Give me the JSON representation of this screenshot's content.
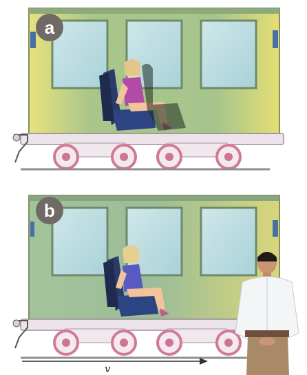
{
  "panels": [
    {
      "label": "a"
    },
    {
      "label": "b"
    }
  ],
  "velocity_label": "v",
  "colors": {
    "car_body": "#9fc08a",
    "car_highlight": "#e6e07a",
    "window_glass": "#b8dbe0",
    "undercarriage": "#ece4ea",
    "wheel_accent": "#d9879e",
    "badge": "#6f6a66",
    "rail": "#8f8f8f"
  },
  "icons": {
    "panel_a": [
      "train-car-icon",
      "passenger-icon",
      "seat-icon",
      "wheel-bogie-icon"
    ],
    "panel_b": [
      "train-car-icon",
      "passenger-icon",
      "seat-icon",
      "wheel-bogie-icon",
      "observer-icon"
    ]
  }
}
